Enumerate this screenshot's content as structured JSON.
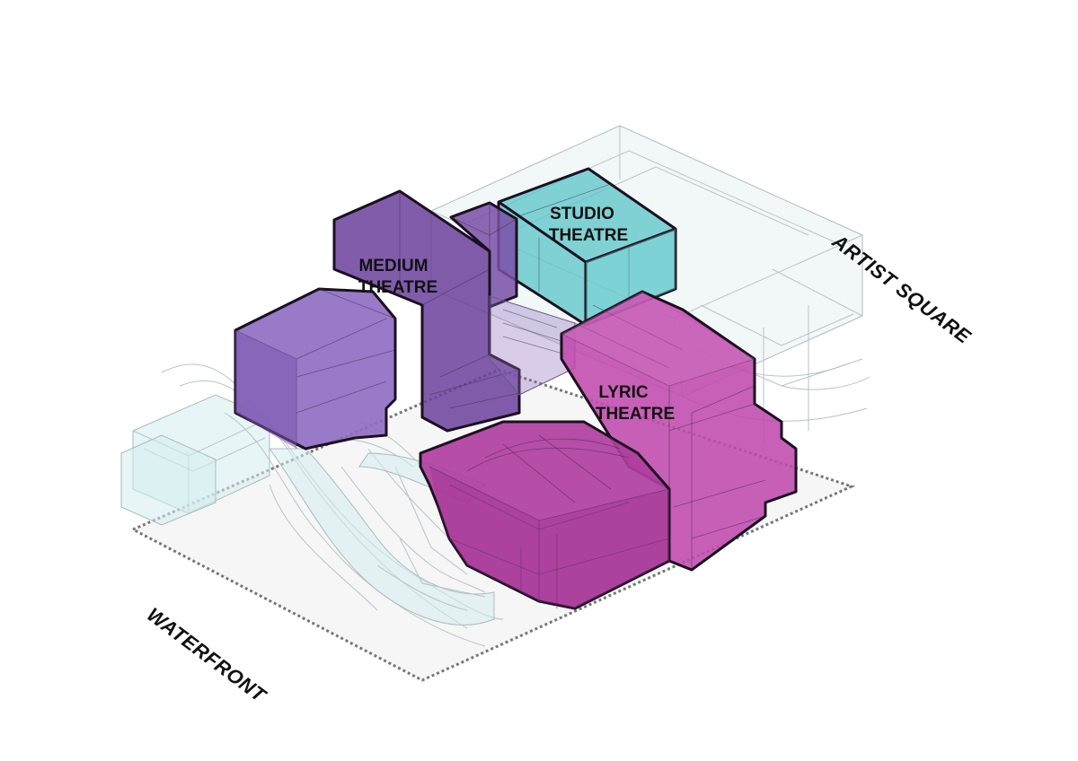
{
  "diagram": {
    "volumes": [
      {
        "id": "medium",
        "line1": "MEDIUM",
        "line2": "THEATRE",
        "color": "#7a4fa8"
      },
      {
        "id": "studio",
        "line1": "STUDIO",
        "line2": "THEATRE",
        "color": "#58c4c8"
      },
      {
        "id": "lyric",
        "line1": "LYRIC",
        "line2": "THEATRE",
        "color": "#c44fb0"
      }
    ],
    "streets": {
      "artist_square": "ARTIST SQUARE",
      "waterfront": "WATERFRONT"
    },
    "colors": {
      "medium": "#7a4fa8",
      "medium_light": "#9778c2",
      "studio": "#58c4c8",
      "lyric": "#c44fb0",
      "context_glass": "#d4ecee",
      "outline": "#1b1020"
    }
  }
}
